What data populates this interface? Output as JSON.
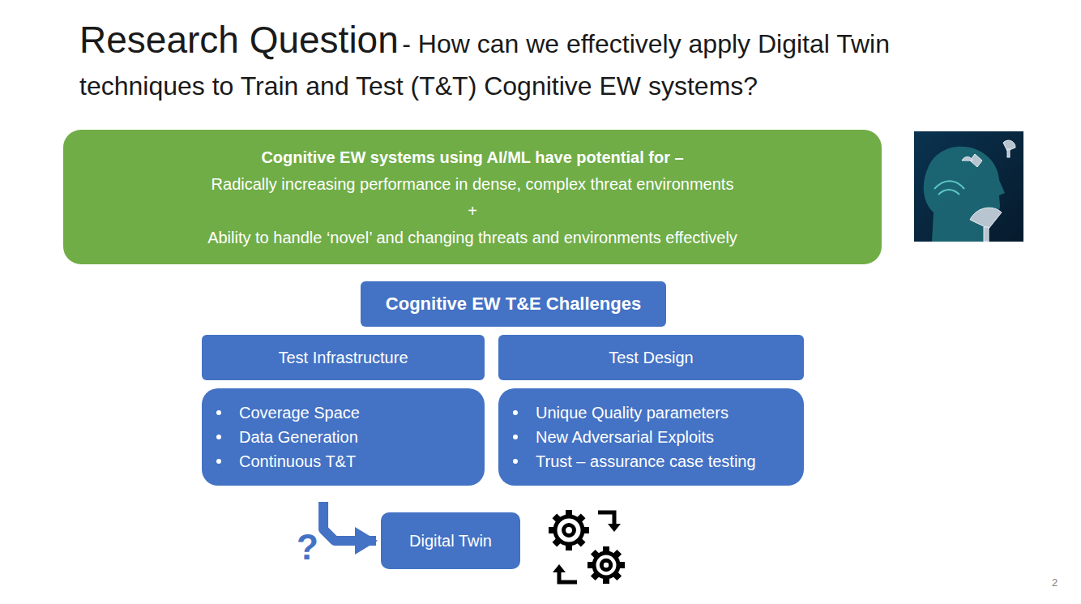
{
  "diagram": {
    "title": "Research Question",
    "nodes": [
      {
        "text": [
          "Cognitive EW systems using AI/ML have potential for –",
          "Radically increasing performance in dense, complex threat environments",
          "+",
          "Ability to handle ‘novel’ and changing threats and environments effectively"
        ]
      },
      {
        "text": [
          "Cognitive EW T&E Challenges"
        ]
      },
      {
        "text": [
          "Test Infrastructure"
        ]
      },
      {
        "text": [
          "Test Design"
        ]
      },
      {
        "text": [
          "Coverage Space",
          "Data Generation",
          "Continuous T&T"
        ]
      },
      {
        "text": [
          "Unique Quality parameters",
          "New Adversarial Exploits",
          "Trust – assurance case testing"
        ]
      },
      {
        "text": [
          "Digital Twin"
        ]
      }
    ],
    "edges": [
      {
        "from": 4,
        "to": 6,
        "arrow": "to"
      }
    ],
    "labels": [
      "- How can we effectively apply Digital Twin techniques to Train and Test (T&T) Cognitive EW systems?",
      "?",
      "2"
    ]
  }
}
